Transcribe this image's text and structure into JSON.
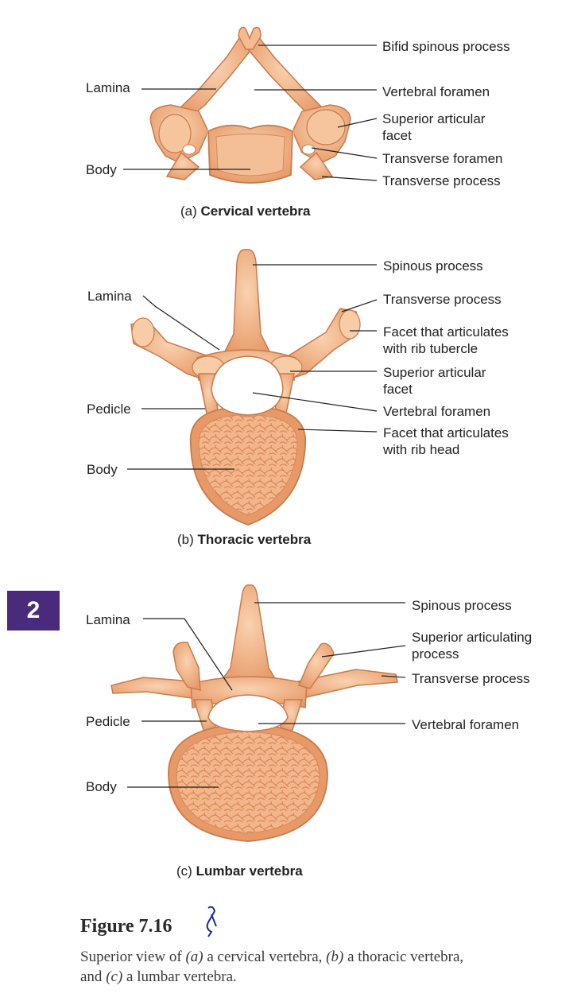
{
  "cervical": {
    "labels": {
      "bifid_spinous_process": "Bifid spinous process",
      "lamina": "Lamina",
      "vertebral_foramen": "Vertebral foramen",
      "superior_articular_facet_1": "Superior articular",
      "superior_articular_facet_2": "facet",
      "transverse_foramen": "Transverse foramen",
      "body": "Body",
      "transverse_process": "Transverse process"
    },
    "caption_letter": "(a)",
    "caption_name": "Cervical vertebra"
  },
  "thoracic": {
    "labels": {
      "spinous_process": "Spinous process",
      "lamina": "Lamina",
      "transverse_process": "Transverse process",
      "facet_rib_tubercle_1": "Facet that articulates",
      "facet_rib_tubercle_2": "with rib tubercle",
      "superior_articular_facet_1": "Superior articular",
      "superior_articular_facet_2": "facet",
      "pedicle": "Pedicle",
      "vertebral_foramen": "Vertebral foramen",
      "facet_rib_head_1": "Facet that articulates",
      "facet_rib_head_2": "with rib head",
      "body": "Body"
    },
    "caption_letter": "(b)",
    "caption_name": "Thoracic vertebra"
  },
  "lumbar": {
    "labels": {
      "spinous_process": "Spinous process",
      "lamina": "Lamina",
      "superior_articulating_process_1": "Superior articulating",
      "superior_articulating_process_2": "process",
      "transverse_process": "Transverse process",
      "pedicle": "Pedicle",
      "vertebral_foramen": "Vertebral foramen",
      "body": "Body"
    },
    "caption_letter": "(c)",
    "caption_name": "Lumbar vertebra"
  },
  "chapter_tab": "2",
  "figure": {
    "title": "Figure 7.16",
    "desc_1": "Superior view of ",
    "desc_a": "(a)",
    "desc_2": " a cervical vertebra, ",
    "desc_b": "(b)",
    "desc_3": " a thoracic vertebra,",
    "desc_4": "and ",
    "desc_c": "(c)",
    "desc_5": " a lumbar vertebra."
  },
  "colors": {
    "bone_fill": "#eda978",
    "bone_light": "#f7cca6",
    "bone_edge": "#c97a4e",
    "leader_line": "#222222",
    "chapter_tab": "#4a2a7a"
  }
}
